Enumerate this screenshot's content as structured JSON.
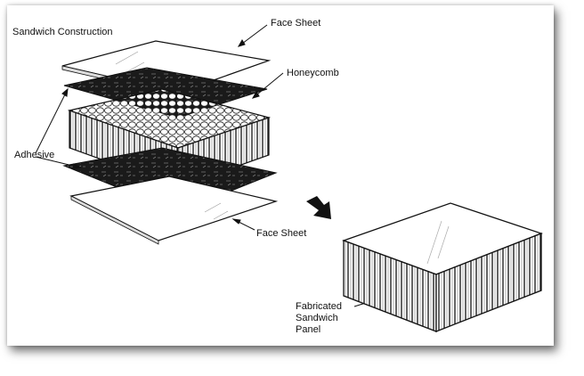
{
  "labels": {
    "title": "Sandwich Construction",
    "face_sheet_top": "Face Sheet",
    "honeycomb": "Honeycomb",
    "adhesive": "Adhesive",
    "face_sheet_bottom": "Face Sheet",
    "fabricated_line1": "Fabricated",
    "fabricated_line2": "Sandwich",
    "fabricated_line3": "Panel"
  },
  "colors": {
    "ink": "#111111",
    "adhesive": "#1a1a1a",
    "sheet": "#ffffff",
    "shadow": "#000000"
  },
  "icons": {
    "arrow": "down-right-arrow"
  }
}
